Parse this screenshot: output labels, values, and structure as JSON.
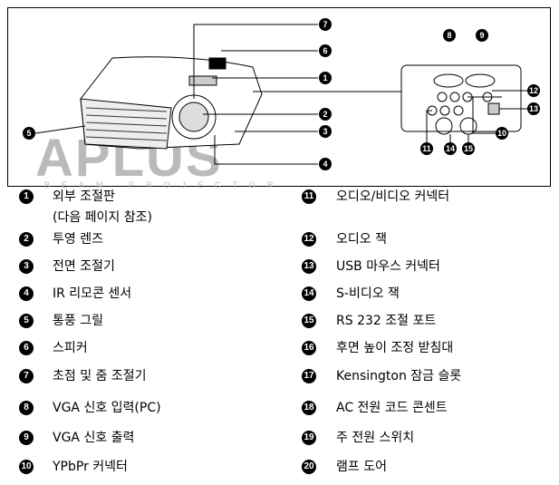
{
  "watermark": {
    "brand": "APLUS",
    "tagline": "BEAM PROJECTOR"
  },
  "left": [
    {
      "n": "1",
      "label": "외부 조절판",
      "label2": "(다음 페이지 참조)"
    },
    {
      "n": "2",
      "label": "투영 렌즈"
    },
    {
      "n": "3",
      "label": "전면 조절기"
    },
    {
      "n": "4",
      "label": "IR 리모콘 센서"
    },
    {
      "n": "5",
      "label": "통풍 그릴"
    },
    {
      "n": "6",
      "label": "스피커"
    },
    {
      "n": "7",
      "label": "초점 및 줌 조절기"
    },
    {
      "n": "8",
      "label": "VGA 신호 입력(PC)"
    },
    {
      "n": "9",
      "label": "VGA 신호 출력"
    },
    {
      "n": "10",
      "label": "YPbPr 커넥터"
    }
  ],
  "right": [
    {
      "n": "11",
      "label": "오디오/비디오 커넥터"
    },
    {
      "n": "12",
      "label": "오디오 잭"
    },
    {
      "n": "13",
      "label": "USB 마우스 커넥터"
    },
    {
      "n": "14",
      "label": "S-비디오 잭"
    },
    {
      "n": "15",
      "label": "RS 232 조절 포트"
    },
    {
      "n": "16",
      "label": "후면 높이 조정 받침대"
    },
    {
      "n": "17",
      "label": "Kensington 잠금 슬롯"
    },
    {
      "n": "18",
      "label": "AC 전원 코드 콘센트"
    },
    {
      "n": "19",
      "label": "주 전원 스위치"
    },
    {
      "n": "20",
      "label": "램프 도어"
    }
  ]
}
